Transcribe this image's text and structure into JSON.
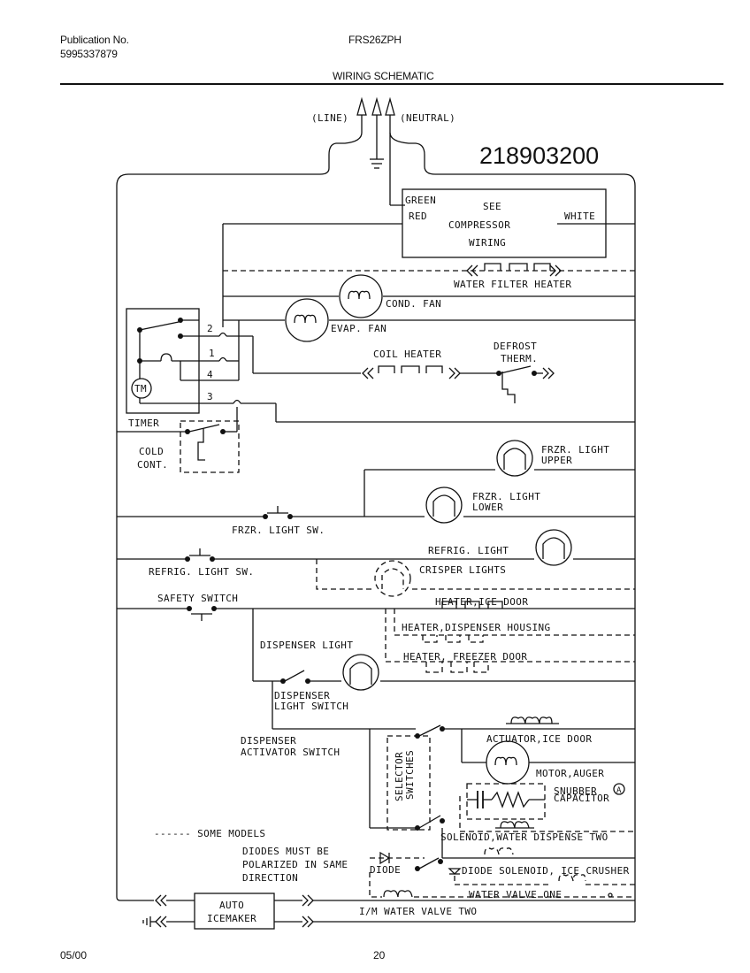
{
  "header": {
    "pub_label": "Publication No.",
    "pub_number": "5995337879",
    "model": "FRS26ZPH",
    "title": "WIRING SCHEMATIC"
  },
  "footer": {
    "date": "05/00",
    "page": "20"
  },
  "schematic": {
    "part_number": "218903200",
    "supply": {
      "line": "(LINE)",
      "neutral": "(NEUTRAL)"
    },
    "compressor_box": {
      "green": "GREEN",
      "red": "RED",
      "white": "WHITE",
      "see": "SEE",
      "compressor": "COMPRESSOR",
      "wiring": "WIRING"
    },
    "timer": {
      "label": "TIMER",
      "tm": "TM",
      "t2": "2",
      "t1": "1",
      "t4": "4",
      "t3": "3"
    },
    "cold_cont": {
      "line1": "COLD",
      "line2": "CONT."
    },
    "components": {
      "water_filter_heater": "WATER FILTER HEATER",
      "cond_fan": "COND. FAN",
      "evap_fan": "EVAP. FAN",
      "coil_heater": "COIL HEATER",
      "defrost_therm_1": "DEFROST",
      "defrost_therm_2": "THERM.",
      "frzr_light_upper_1": "FRZR. LIGHT",
      "frzr_light_upper_2": "UPPER",
      "frzr_light_lower_1": "FRZR. LIGHT",
      "frzr_light_lower_2": "LOWER",
      "frzr_light_sw": "FRZR. LIGHT SW.",
      "refrig_light": "REFRIG. LIGHT",
      "refrig_light_sw": "REFRIG. LIGHT SW.",
      "crisper_lights": "CRISPER LIGHTS",
      "safety_switch": "SAFETY SWITCH",
      "heater_ice_door": "HEATER,ICE DOOR",
      "heater_dispenser_housing": "HEATER,DISPENSER HOUSING",
      "heater_freezer_door": "HEATER, FREEZER DOOR",
      "dispenser_light": "DISPENSER LIGHT",
      "dispenser_light_switch_1": "DISPENSER",
      "dispenser_light_switch_2": "LIGHT SWITCH",
      "dispenser_activator_switch_1": "DISPENSER",
      "dispenser_activator_switch_2": "ACTIVATOR SWITCH",
      "selector_switches_1": "SELECTOR",
      "selector_switches_2": "SWITCHES",
      "actuator_ice_door": "ACTUATOR,ICE DOOR",
      "motor_auger": "MOTOR,AUGER",
      "snubber_capacitor_1": "SNUBBER",
      "snubber_capacitor_2": "CAPACITOR",
      "snubber_note": "A",
      "solenoid_water_dispense_two": "SOLENOID,WATER DISPENSE TWO",
      "diode_left": "DIODE",
      "diode_solenoid_ice_crusher": "DIODE SOLENOID, ICE CRUSHER",
      "water_valve_one": "WATER VALVE ONE",
      "auto_icemaker_1": "AUTO",
      "auto_icemaker_2": "ICEMAKER",
      "im_water_valve_two": "I/M WATER VALVE TWO"
    },
    "notes": {
      "some_models": "------ SOME MODELS",
      "diodes_1": "DIODES MUST BE",
      "diodes_2": "POLARIZED IN SAME",
      "diodes_3": "DIRECTION"
    }
  }
}
